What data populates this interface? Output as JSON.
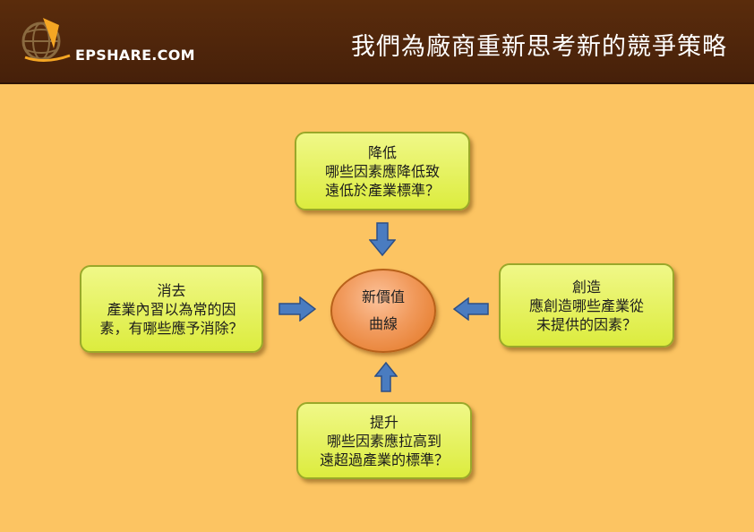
{
  "header": {
    "logo_text": "EPSHARE.COM",
    "title": "我們為廠商重新思考新的競爭策略"
  },
  "diagram": {
    "center": {
      "lines": [
        "新價值",
        "曲線"
      ]
    },
    "top": {
      "lines": [
        "降低",
        "哪些因素應降低致",
        "遠低於產業標準？"
      ]
    },
    "left": {
      "lines": [
        "消去",
        "產業內習以為常的因",
        "素，有哪些應予消除？"
      ]
    },
    "right": {
      "lines": [
        "創造",
        "應創造哪些產業從",
        "未提供的因素？"
      ]
    },
    "bottom": {
      "lines": [
        "提升",
        "哪些因素應拉高到",
        "遠超過產業的標準？"
      ]
    }
  },
  "colors": {
    "header_bg": "#4e250b",
    "background": "#fcc462",
    "box_fill": "#e4f05a",
    "circle_fill": "#f19a5c",
    "arrow_fill": "#4a7cc0"
  }
}
